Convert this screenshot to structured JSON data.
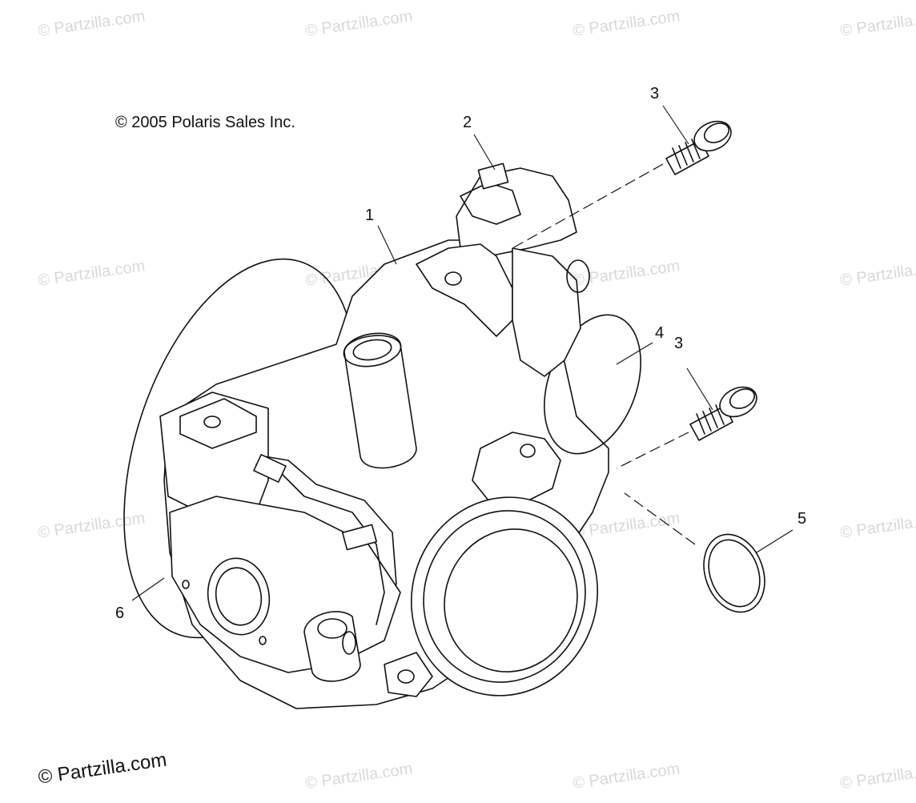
{
  "watermark": "© Partzilla.com",
  "copyright": "© 2005 Polaris Sales Inc.",
  "brand": "© Partzilla.com",
  "callouts": [
    {
      "id": "1",
      "label": "1"
    },
    {
      "id": "2",
      "label": "2"
    },
    {
      "id": "3a",
      "label": "3"
    },
    {
      "id": "3b",
      "label": "3"
    },
    {
      "id": "4",
      "label": "4"
    },
    {
      "id": "5",
      "label": "5"
    },
    {
      "id": "6",
      "label": "6"
    }
  ]
}
